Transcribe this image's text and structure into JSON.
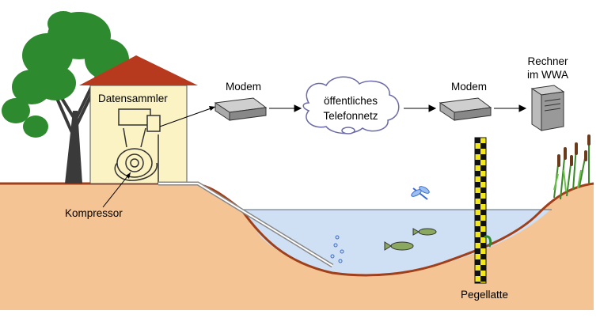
{
  "labels": {
    "datensammler": "Datensammler",
    "kompressor": "Kompressor",
    "modem_left": "Modem",
    "cloud_line1": "öffentliches",
    "cloud_line2": "Telefonnetz",
    "modem_right": "Modem",
    "computer_line1": "Rechner",
    "computer_line2": "im WWA",
    "pegellatte": "Pegellatte"
  },
  "colors": {
    "ground": "#f4c494",
    "ground_edge": "#a0401a",
    "water": "#cfe0f5",
    "house_wall": "#fbf3c4",
    "roof": "#b83a1e",
    "tree_leaves": "#2e8a2e",
    "tree_trunk": "#3a3a3a",
    "gauge_yellow": "#f2e81a",
    "gauge_black": "#111111"
  },
  "icons": [
    "tree-icon",
    "house-icon",
    "compressor-icon",
    "modem-icon",
    "cloud-icon",
    "computer-icon",
    "fish-icon",
    "dragonfly-icon",
    "reeds-icon",
    "gauge-staff-icon"
  ]
}
